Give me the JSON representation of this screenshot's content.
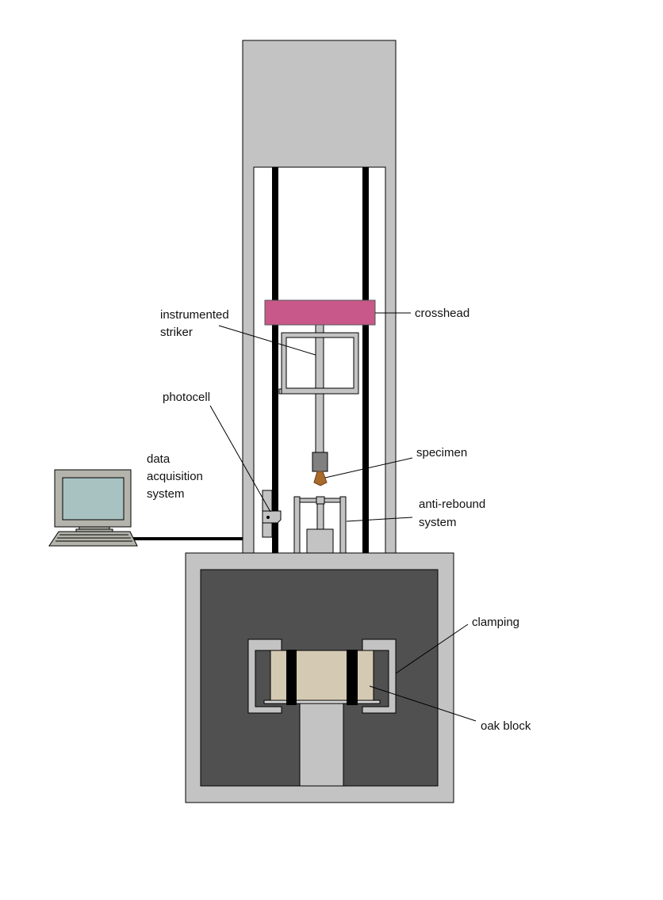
{
  "labels": {
    "instrumented_striker": [
      "instrumented",
      "striker"
    ],
    "crosshead": "crosshead",
    "photocell": "photocell",
    "data_acquisition_system": [
      "data",
      "acquisition",
      "system"
    ],
    "specimen": "specimen",
    "anti_rebound_system": [
      "anti-rebound",
      "system"
    ],
    "clamping": "clamping",
    "oak_block": "oak block"
  },
  "colors": {
    "frame_grey": "#c3c3c3",
    "base_dark": "#505050",
    "crosshead": "#c9588a",
    "specimen": "#a86a2a",
    "holder": "#808080",
    "oak": "#d4c9b3",
    "screen": "#a8c2c2",
    "monitor": "#b4b4ac"
  }
}
